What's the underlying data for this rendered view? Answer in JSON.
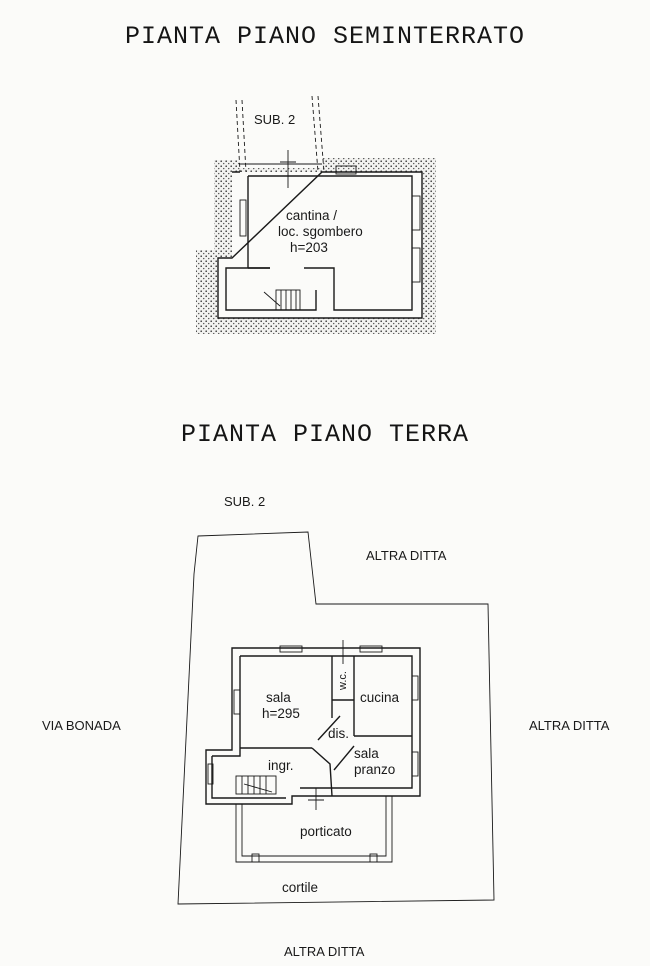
{
  "titles": {
    "basement": "PIANTA PIANO SEMINTERRATO",
    "ground": "PIANTA PIANO TERRA"
  },
  "basement": {
    "sub_label": "SUB. 2",
    "room_line1": "cantina /",
    "room_line2": "loc. sgombero",
    "room_line3": "h=203"
  },
  "ground": {
    "sub_label": "SUB. 2",
    "neighbor_top": "ALTRA DITTA",
    "neighbor_right": "ALTRA DITTA",
    "neighbor_bottom": "ALTRA DITTA",
    "street_left": "VIA BONADA",
    "rooms": {
      "sala": "sala",
      "sala_height": "h=295",
      "wc": "w.c.",
      "cucina": "cucina",
      "dis": "dis.",
      "sala_pranzo_1": "sala",
      "sala_pranzo_2": "pranzo",
      "ingr": "ingr.",
      "porticato": "porticato",
      "cortile": "cortile"
    }
  }
}
